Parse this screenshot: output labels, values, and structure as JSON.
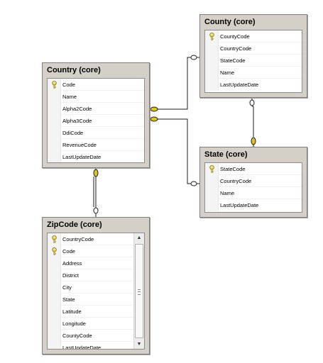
{
  "colors": {
    "key": "#e8d44d",
    "key_outline": "#8a7a1a",
    "connector": "#1e1e1e",
    "connector_end": "#d9c71e"
  },
  "icons": {
    "primary_key": "key-icon",
    "scroll_up": "scroll-up-icon",
    "scroll_down": "scroll-down-icon"
  },
  "tables": {
    "county": {
      "title": "County (core)",
      "columns": [
        {
          "name": "CountyCode",
          "key": true
        },
        {
          "name": "CountryCode",
          "key": false
        },
        {
          "name": "StateCode",
          "key": false
        },
        {
          "name": "Name",
          "key": false
        },
        {
          "name": "LastUpdateDate",
          "key": false
        }
      ]
    },
    "country": {
      "title": "Country (core)",
      "columns": [
        {
          "name": "Code",
          "key": true
        },
        {
          "name": "Name",
          "key": false
        },
        {
          "name": "Alpha2Code",
          "key": false
        },
        {
          "name": "Alpha3Code",
          "key": false
        },
        {
          "name": "DdiCode",
          "key": false
        },
        {
          "name": "RevenueCode",
          "key": false
        },
        {
          "name": "LastUpdateDate",
          "key": false
        }
      ]
    },
    "state": {
      "title": "State (core)",
      "columns": [
        {
          "name": "StateCode",
          "key": true
        },
        {
          "name": "CountryCode",
          "key": false
        },
        {
          "name": "Name",
          "key": false
        },
        {
          "name": "LastUpdateDate",
          "key": false
        }
      ]
    },
    "zipcode": {
      "title": "ZipCode (core)",
      "scrollbar": true,
      "columns": [
        {
          "name": "CountryCode",
          "key": true
        },
        {
          "name": "Code",
          "key": true
        },
        {
          "name": "Address",
          "key": false
        },
        {
          "name": "District",
          "key": false
        },
        {
          "name": "City",
          "key": false
        },
        {
          "name": "State",
          "key": false
        },
        {
          "name": "Latitude",
          "key": false
        },
        {
          "name": "Longitude",
          "key": false
        },
        {
          "name": "CountyCode",
          "key": false
        },
        {
          "name": "LastUpdateDate",
          "key": false
        }
      ]
    }
  }
}
